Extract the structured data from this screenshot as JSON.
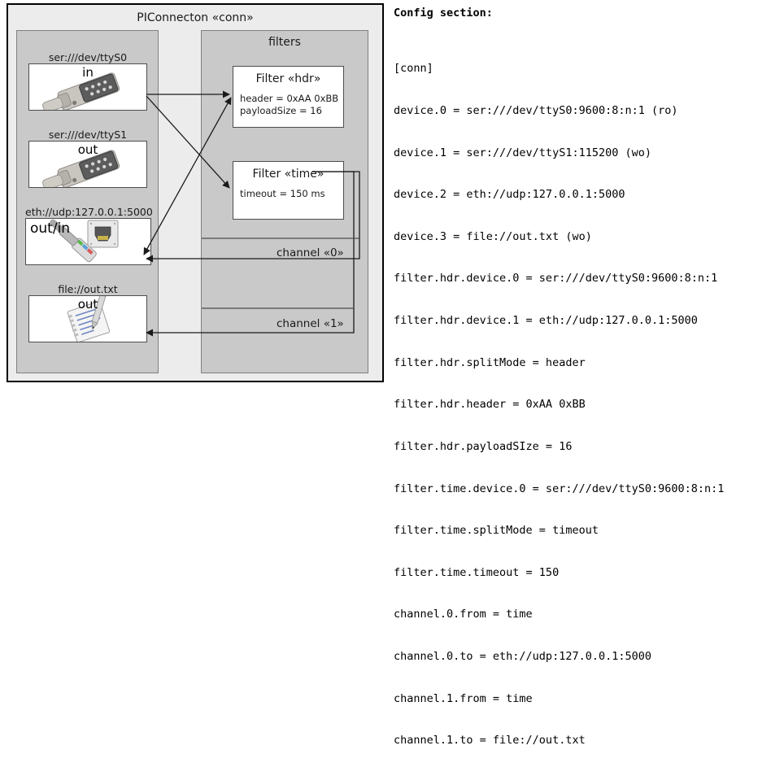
{
  "diagram": {
    "title": "PIConnecton «conn»",
    "devices_panel": {
      "title": "",
      "devices": [
        {
          "caption": "ser:///dev/ttyS0",
          "label": "in",
          "icon": "serial-port-icon"
        },
        {
          "caption": "ser:///dev/ttyS1",
          "label": "out",
          "icon": "serial-port-icon"
        },
        {
          "caption": "eth://udp:127.0.0.1:5000",
          "label": "out/in",
          "icon": "ethernet-jack-icon"
        },
        {
          "caption": "file://out.txt",
          "label": "out",
          "icon": "notepad-pen-icon"
        }
      ]
    },
    "filters_panel": {
      "title": "filters",
      "filters": [
        {
          "title": "Filter «hdr»",
          "props": [
            "header = 0xAA 0xBB",
            "payloadSize = 16"
          ]
        },
        {
          "title": "Filter «time»",
          "props": [
            "timeout = 150 ms"
          ]
        }
      ],
      "channels": [
        {
          "label": "channel «0»"
        },
        {
          "label": "channel «1»"
        }
      ]
    }
  },
  "config": {
    "heading": "Config section:",
    "lines": [
      "[conn]",
      "device.0 = ser:///dev/ttyS0:9600:8:n:1 (ro)",
      "device.1 = ser:///dev/ttyS1:115200 (wo)",
      "device.2 = eth://udp:127.0.0.1:5000",
      "device.3 = file://out.txt (wo)",
      "filter.hdr.device.0 = ser:///dev/ttyS0:9600:8:n:1",
      "filter.hdr.device.1 = eth://udp:127.0.0.1:5000",
      "filter.hdr.splitMode = header",
      "filter.hdr.header = 0xAA 0xBB",
      "filter.hdr.payloadSIze = 16",
      "filter.time.device.0 = ser:///dev/ttyS0:9600:8:n:1",
      "filter.time.splitMode = timeout",
      "filter.time.timeout = 150",
      "channel.0.from = time",
      "channel.0.to = eth://udp:127.0.0.1:5000",
      "channel.1.from = time",
      "channel.1.to = file://out.txt"
    ]
  },
  "colors": {
    "frame": "#000000",
    "canvas": "#ececec",
    "panel": "#c9c9c9",
    "panel_border": "#808080",
    "box": "#ffffff",
    "box_border": "#4d4d4d",
    "wire": "#1a1a1a"
  }
}
